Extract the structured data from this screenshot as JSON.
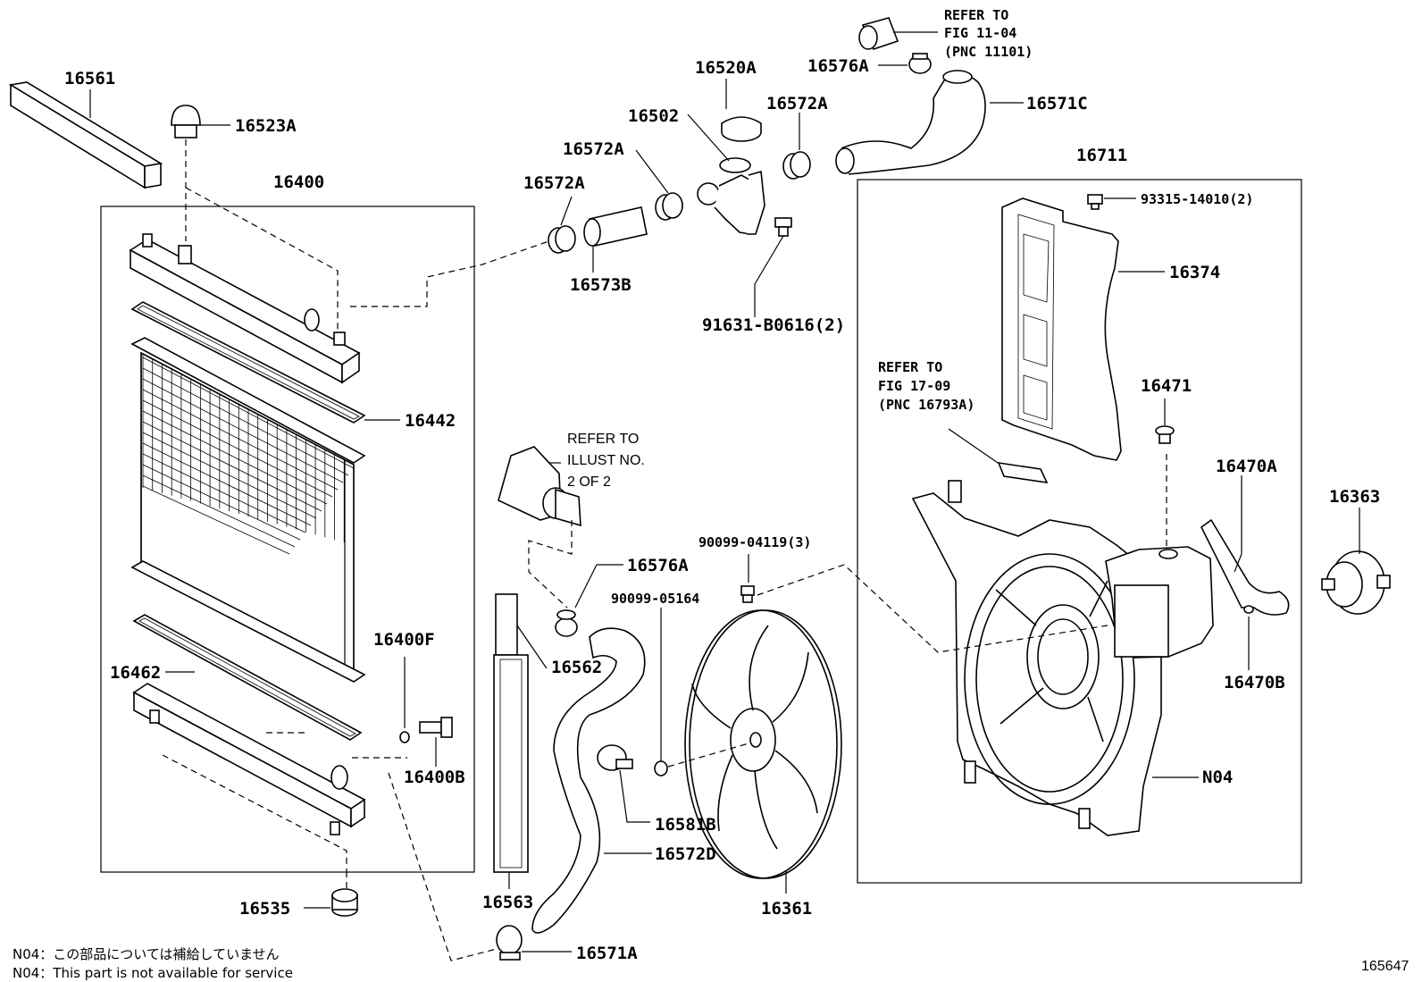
{
  "diagram": {
    "figure_number": "165647",
    "part_labels": {
      "p16561": "16561",
      "p16523A": "16523A",
      "p16400": "16400",
      "p16442": "16442",
      "p16462": "16462",
      "p16400F": "16400F",
      "p16400B": "16400B",
      "p16535": "16535",
      "p16572A_1": "16572A",
      "p16573B": "16573B",
      "p16572A_2": "16572A",
      "p16502": "16502",
      "p16520A": "16520A",
      "p16572A_3": "16572A",
      "p91631": "91631-B0616(2)",
      "p16576A_top": "16576A",
      "p16571C": "16571C",
      "p16711": "16711",
      "p93315": "93315-14010(2)",
      "p16374": "16374",
      "p16471": "16471",
      "p16470A": "16470A",
      "p16363": "16363",
      "p16470B": "16470B",
      "pN04": "N04",
      "p16576A_mid": "16576A",
      "p16562": "16562",
      "p90099_05164": "90099-05164",
      "p90099_04119": "90099-04119(3)",
      "p16581B": "16581B",
      "p16572D": "16572D",
      "p16563": "16563",
      "p16361": "16361",
      "p16571A": "16571A"
    },
    "references": {
      "ref_fig_11_04": [
        "REFER TO",
        "FIG 11-04",
        "(PNC 11101)"
      ],
      "ref_fig_17_09": [
        "REFER TO",
        "FIG 17-09",
        "(PNC 16793A)"
      ],
      "ref_illust": [
        "REFER TO",
        "ILLUST NO.",
        "2 OF 2"
      ]
    },
    "notes": {
      "note_jp": "N04：この部品については補給していません",
      "note_en": "N04：This part is not available for service"
    }
  }
}
